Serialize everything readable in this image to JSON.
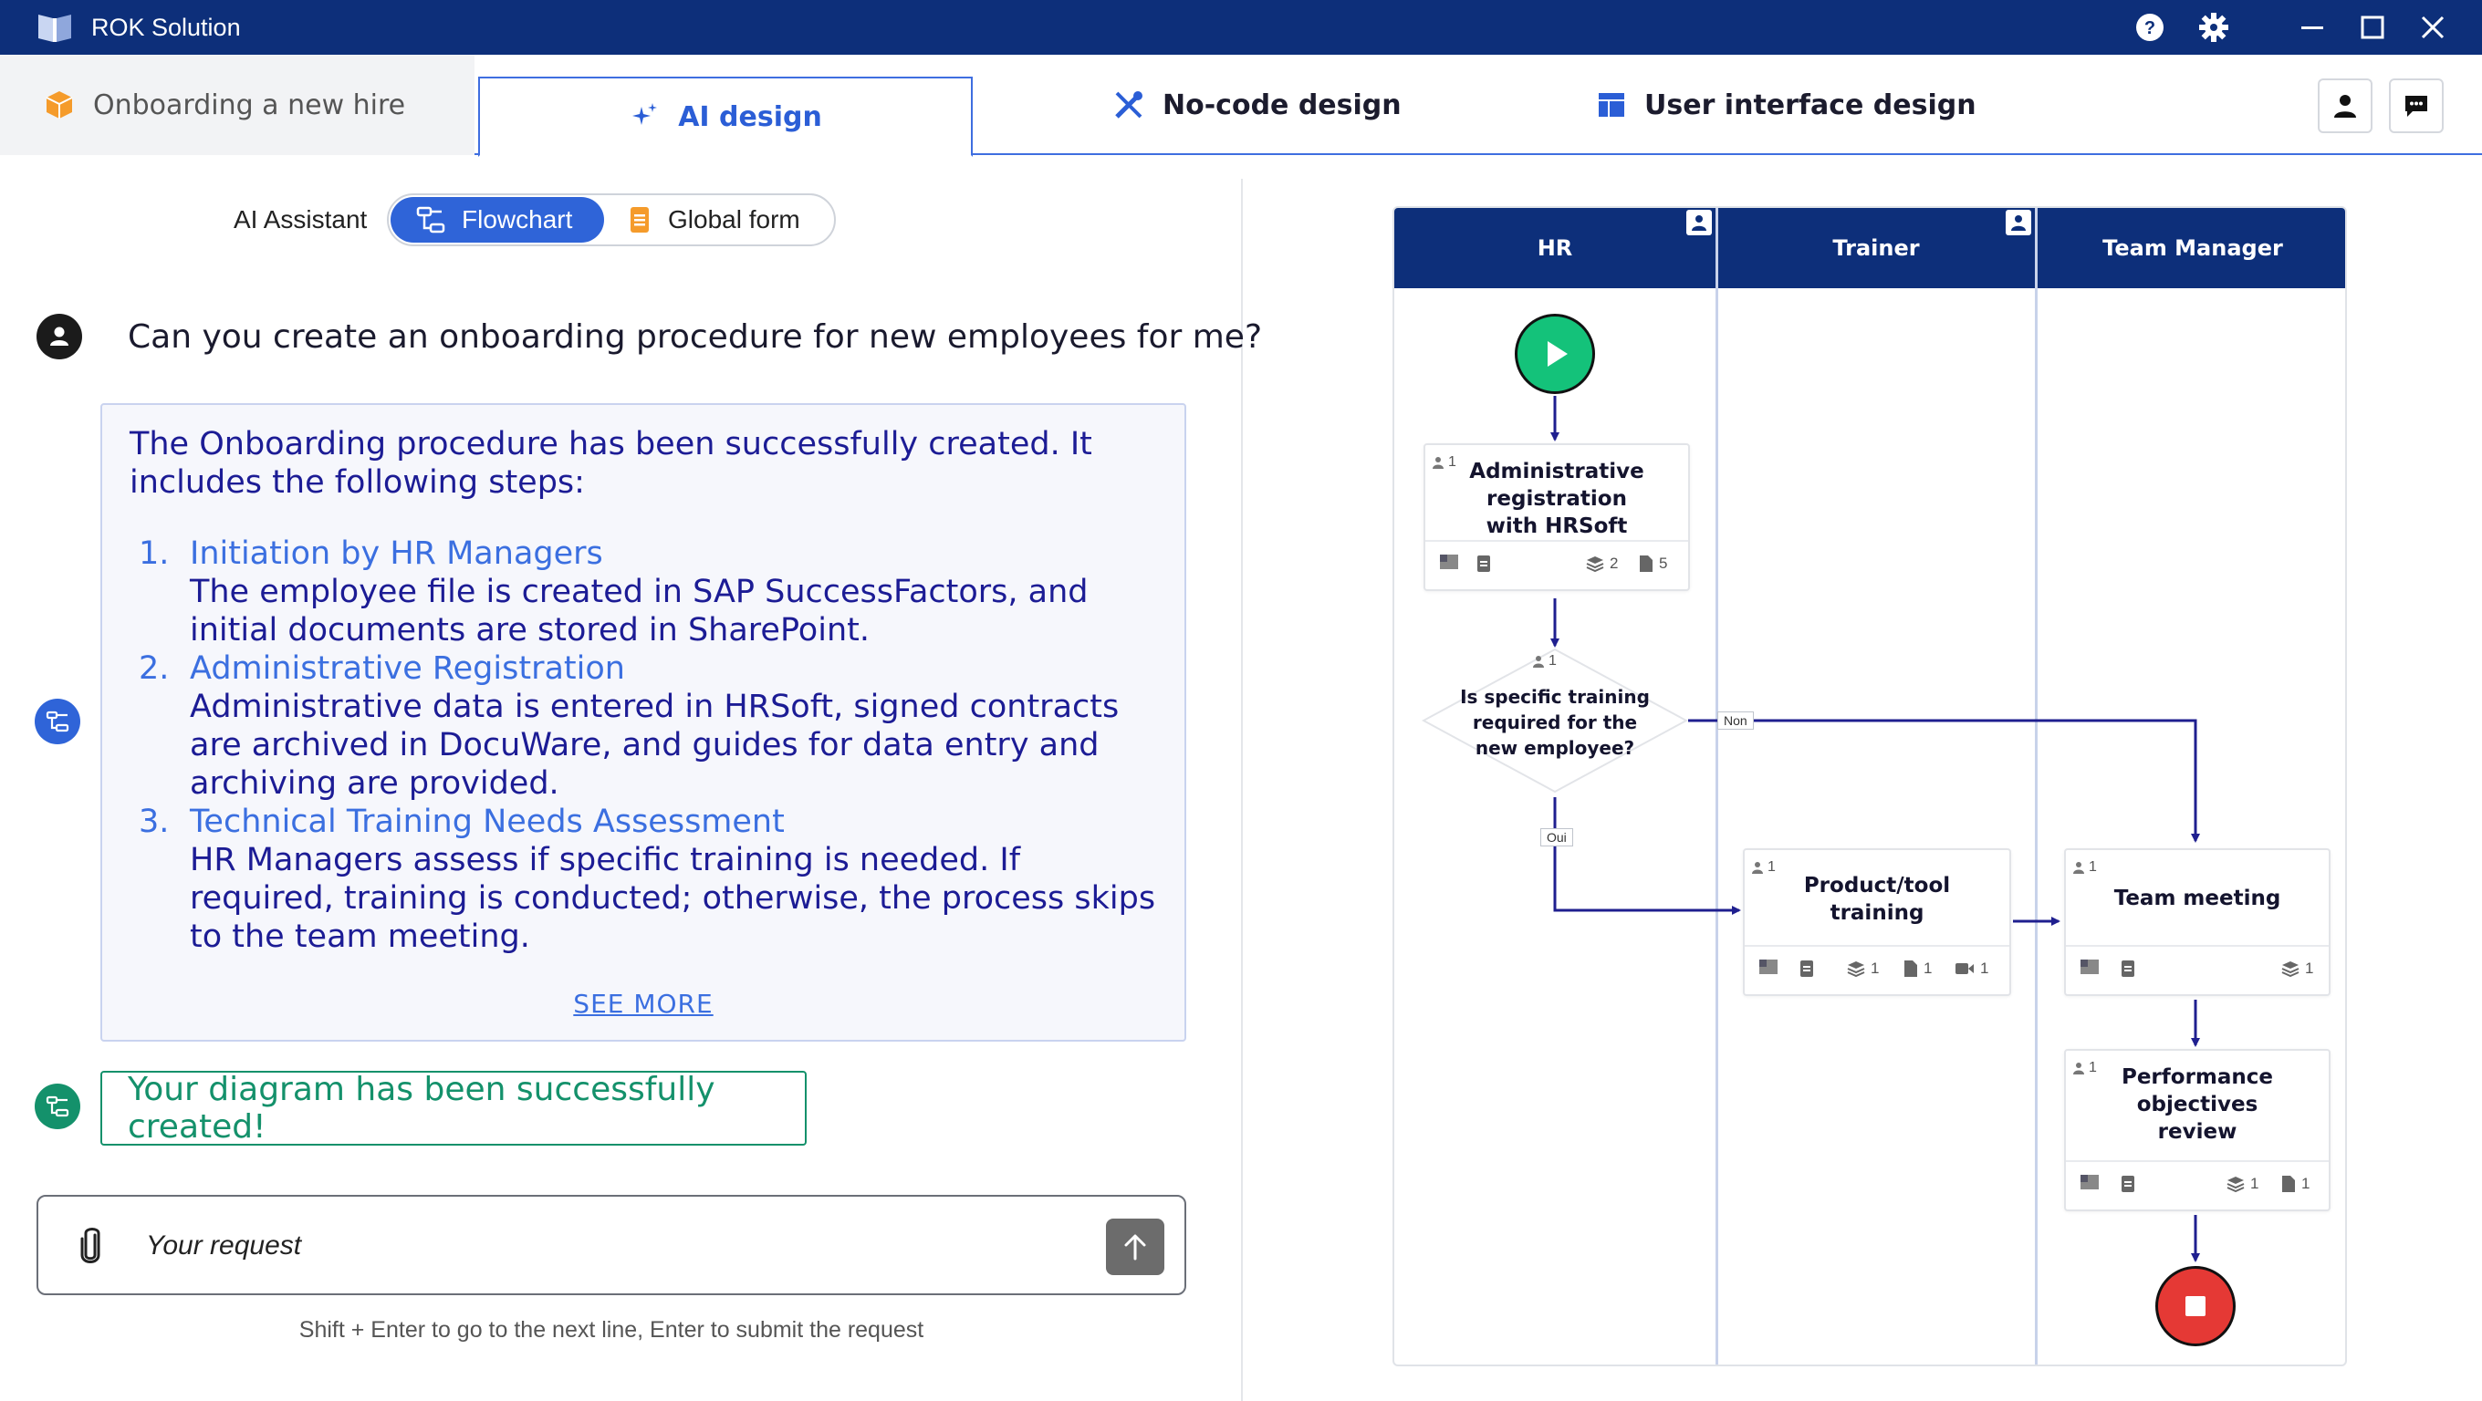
{
  "app": {
    "title": "ROK Solution"
  },
  "tabs": [
    {
      "label": "Onboarding a new hire"
    },
    {
      "label": "AI design"
    },
    {
      "label": "No-code design"
    },
    {
      "label": "User interface design"
    }
  ],
  "assistant": {
    "label": "AI Assistant",
    "modes": [
      "Flowchart",
      "Global form"
    ]
  },
  "chat": {
    "question": "Can you create an onboarding procedure for new employees for me?",
    "answer_intro": "The Onboarding procedure has been successfully created. It includes the following steps:",
    "steps": [
      {
        "num": "1.",
        "title": "Initiation by HR Managers",
        "desc": "The employee file is created in SAP SuccessFactors, and initial documents are stored in SharePoint."
      },
      {
        "num": "2.",
        "title": "Administrative Registration",
        "desc": "Administrative data is entered in HRSoft, signed contracts are archived in DocuWare, and guides for data entry and archiving are provided."
      },
      {
        "num": "3.",
        "title": "Technical Training Needs Assessment",
        "desc": "HR Managers assess if specific training is needed. If required, training is conducted; otherwise, the process skips to the team meeting."
      }
    ],
    "see_more": "SEE MORE",
    "success": "Your diagram has been successfully created!",
    "input_placeholder": "Your request",
    "hint": "Shift + Enter to go to the next line, Enter to submit the request"
  },
  "diagram": {
    "lanes": [
      "HR",
      "Trainer",
      "Team Manager"
    ],
    "nodes": {
      "admin": {
        "title": "Administrative registration with HRSoft",
        "user_count": "1",
        "layers": "2",
        "docs": "5"
      },
      "decision": {
        "title": "Is specific training required for the new employee?",
        "user_count": "1",
        "yes": "Oui",
        "no": "Non"
      },
      "training": {
        "title": "Product/tool training",
        "user_count": "1",
        "layers": "1",
        "docs": "1",
        "video": "1"
      },
      "meeting": {
        "title": "Team meeting",
        "user_count": "1",
        "layers": "1"
      },
      "review": {
        "title": "Performance objectives review",
        "user_count": "1",
        "layers": "1",
        "docs": "1"
      }
    },
    "colors": {
      "header": "#0d2f7a",
      "start": "#14c27a",
      "end": "#e53935",
      "arrow": "#1f1f8f"
    }
  }
}
